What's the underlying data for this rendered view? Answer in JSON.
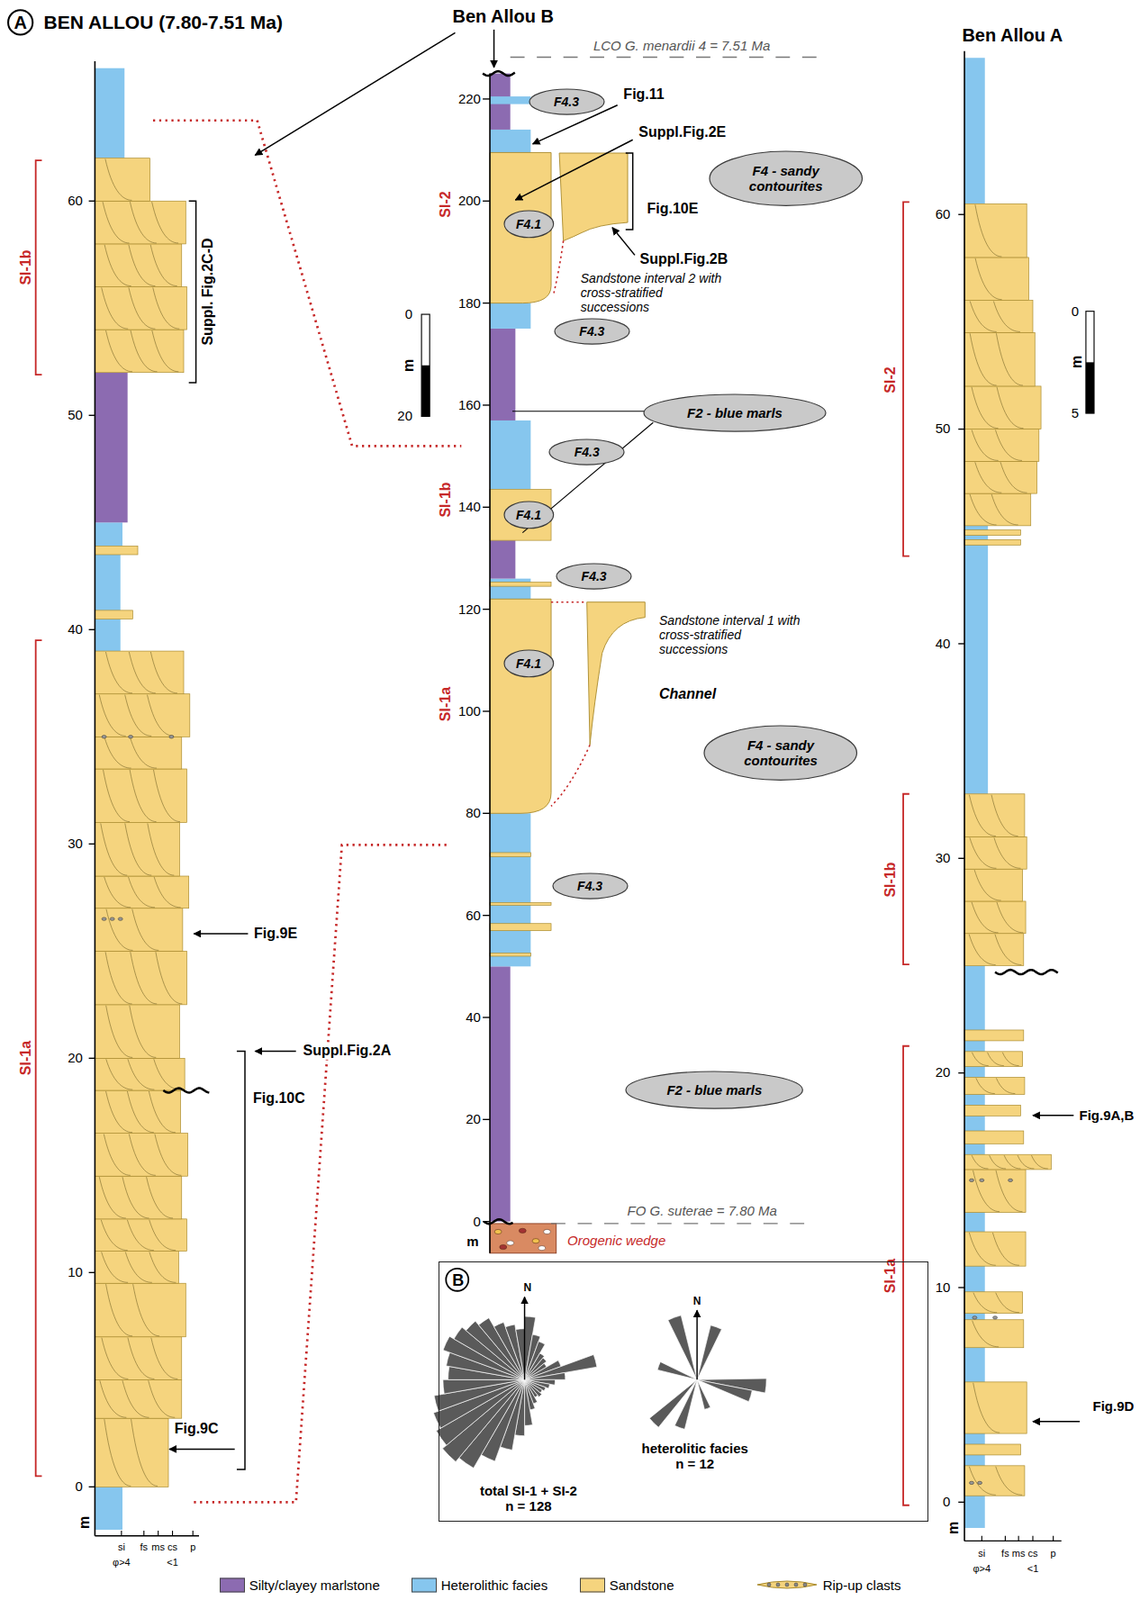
{
  "diagram": {
    "title": "BEN ALLOU (7.80-7.51 Ma)",
    "nodes": [
      {
        "text": [
          "F4.3"
        ]
      },
      {
        "text": [
          "F4 - sandy contourites"
        ]
      },
      {
        "text": [
          "F4.1"
        ]
      },
      {
        "text": [
          "F4.3"
        ]
      },
      {
        "text": [
          "F2 - blue marls"
        ]
      },
      {
        "text": [
          "F4.3"
        ]
      },
      {
        "text": [
          "F4.1"
        ]
      },
      {
        "text": [
          "F4.3"
        ]
      },
      {
        "text": [
          "F4.1"
        ]
      },
      {
        "text": [
          "F4 - sandy contourites"
        ]
      },
      {
        "text": [
          "F4.3"
        ]
      },
      {
        "text": [
          "F2 - blue marls"
        ]
      },
      {
        "text": [
          "B",
          "total SI-1 + SI-2 n = 128",
          "heterolitic facies n = 12"
        ]
      }
    ],
    "labels": [
      "A",
      "0",
      "10",
      "20",
      "30",
      "40",
      "50",
      "60",
      "m",
      "si",
      "fs",
      "ms",
      "cs",
      "p",
      "φ>4",
      "<1",
      "SI-1a",
      "SI-1b",
      "Suppl. Fig.2C-D",
      "Fig.9E",
      "Suppl.Fig.2A",
      "Fig.10C",
      "Fig.9C",
      "Ben Allou B",
      "LCO G. menardii 4 = 7.51 Ma",
      "220",
      "200",
      "180",
      "160",
      "140",
      "120",
      "100",
      "80",
      "60",
      "40",
      "20",
      "0",
      "m",
      "0",
      "m",
      "20",
      "SI-2",
      "SI-1b",
      "SI-1a",
      "Fig.11",
      "Suppl.Fig.2E",
      "Fig.10E",
      "Suppl.Fig.2B",
      "Sandstone interval 2 with cross-stratified successions",
      "Sandstone interval 1 with cross-stratified successions",
      "Channel",
      "FO G. suterae = 7.80 Ma",
      "Orogenic wedge",
      "Ben Allou A",
      "0",
      "10",
      "20",
      "30",
      "40",
      "50",
      "60",
      "m",
      "si",
      "fs",
      "ms",
      "cs",
      "p",
      "φ>4",
      "<1",
      "0",
      "m",
      "5",
      "SI-2",
      "SI-1b",
      "SI-1a",
      "Fig.9A,B",
      "Fig.9D",
      "N",
      "N"
    ],
    "legend": [
      {
        "text": "Silty/clayey marlstone",
        "color": "#8c6bb1"
      },
      {
        "text": "Heterolithic facies",
        "color": "#86c6ee"
      },
      {
        "text": "Sandstone",
        "color": "#f5d47e"
      },
      {
        "text": "Rip-up clasts"
      }
    ]
  }
}
